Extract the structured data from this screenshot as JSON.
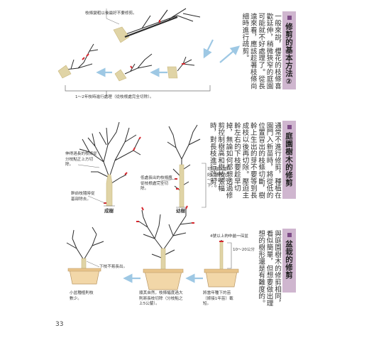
{
  "page_number": "33",
  "sections": [
    {
      "heading": "修剪的基本方法②",
      "body": "一般來說，櫻花的枝條喜歡延伸，稍微狹窄的庭園可能就不好處理了。從長遠來看，應該趁著枝條尚細時進行疏剪。"
    },
    {
      "heading": "庭園樹木的修剪",
      "body": "通常不進行修剪，種植在園門入新苗時，將從低的位置冒出的枝條切斷，樹幹上生出的芽不要等到長成枝以後再切除。壓迫主幹左右的下枝要趁早切掉，無論如何都想透過修剪控制樹高和樹枝張幅時，對長枝進行疏剪。"
    },
    {
      "heading": "盆栽的修剪",
      "body": "與庭園樹木的修剪相同，看似簡單，但想要做出理想的樹形還是有難度的。"
    }
  ],
  "diagram1": {
    "label_top": "枝條變粗以後最好不要修剪。",
    "caption": "1～2年枝時進行處理（從枝根處完全切除）。"
  },
  "diagram2": {
    "label_left": "伸得過長的枝條從分枝點正上方切除。",
    "label_bottom_left": "幹前枝隨時從基部除去。",
    "label_center": "低處長出的枝條應從枝根處完全切除。",
    "label_right": "可依個人喜好，通常在1～1.5公尺以下。",
    "tree_mature": "成樹",
    "tree_young": "幼樹"
  },
  "diagram3": {
    "label_low_branch": "下枝不易長出。",
    "label_small_pot": "小盆種植則枝數少。",
    "label_medium_pot": "順其自然，枝條幅度過大則將長枝切除（分枝點之上5公釐）。",
    "label_cut_depth": "4號以上的中盆一深盆",
    "label_height": "10～20公分",
    "label_large_pot": "將當年種下的苗（嫁接1年苗）截短。"
  },
  "colors": {
    "branch": "#2b2b2b",
    "trunk": "#e0d4a6",
    "trunk_dark": "#c9b77d",
    "cut_mark": "#d5282f",
    "arrow": "#9ec8e4",
    "heading_bg": "#cfb6cf",
    "heading_marker": "#7d4c86",
    "pot": "#f2d7a8"
  }
}
